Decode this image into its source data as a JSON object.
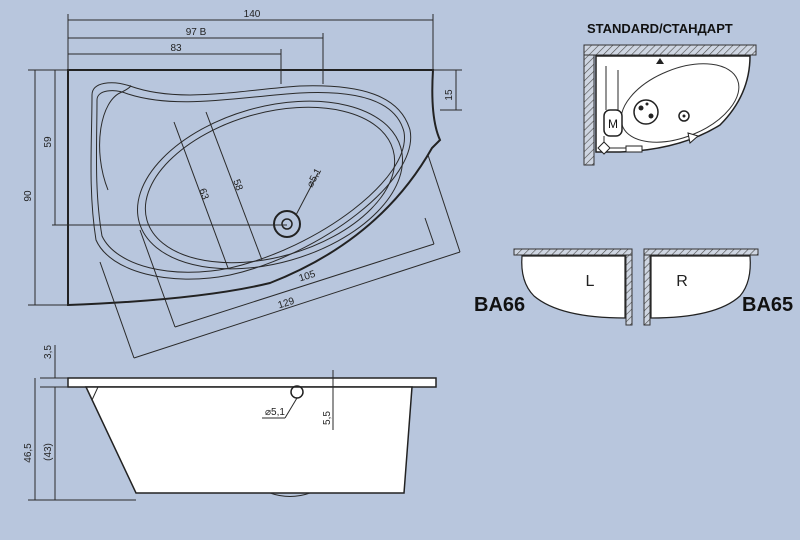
{
  "top_view": {
    "dim_total_width": "140",
    "dim_97b": "97 B",
    "dim_83": "83",
    "dim_15": "15",
    "dim_59": "59",
    "dim_90": "90",
    "dim_63": "63",
    "dim_58": "58",
    "dim_drain": "⌀5,1",
    "dim_105": "105",
    "dim_129": "129"
  },
  "side_view": {
    "dim_3_5": "3,5",
    "dim_46_5": "46,5",
    "dim_43": "(43)",
    "dim_drain": "⌀5,1",
    "dim_5_5": "5,5"
  },
  "standard": {
    "title": "STANDARD/СТАНДАРТ",
    "motor_label": "M"
  },
  "variants": {
    "left_label": "L",
    "right_label": "R",
    "left_code": "BA66",
    "right_code": "BA65"
  },
  "colors": {
    "background": "#b8c6dd",
    "line": "#2a2a2a",
    "tub_fill": "#ffffff",
    "wall_hatch": "#4a4a4a"
  }
}
